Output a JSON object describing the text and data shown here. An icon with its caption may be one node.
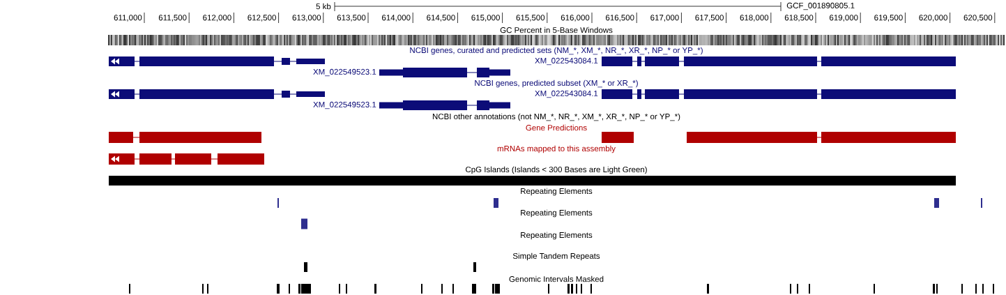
{
  "diagram": {
    "labels": [
      "5 kb",
      "GCF_001890805.1",
      "611,000",
      "611,500",
      "612,000",
      "612,500",
      "613,000",
      "613,500",
      "614,000",
      "614,500",
      "615,000",
      "615,500",
      "616,000",
      "616,500",
      "617,000",
      "617,500",
      "618,000",
      "618,500",
      "619,000",
      "619,500",
      "620,000",
      "620,500",
      "GC Percent in 5-Base Windows",
      "NCBI genes, curated and predicted sets (NM_*, XM_*, NR_*, XR_*, NP_* or YP_*)",
      "XM_022543084.1",
      "XM_022549523.1",
      "NCBI genes, predicted subset (XM_* or XR_*)",
      "XM_022543084.1",
      "XM_022549523.1",
      "NCBI other annotations (not NM_*, NR_*, XM_*, XR_*, NP_* or YP_*)",
      "Gene Predictions",
      "mRNAs mapped to this assembly",
      "CpG Islands (Islands < 300 Bases are Light Green)",
      "Repeating Elements",
      "Repeating Elements",
      "Repeating Elements",
      "Simple Tandem Repeats",
      "Genomic Intervals Masked"
    ]
  }
}
